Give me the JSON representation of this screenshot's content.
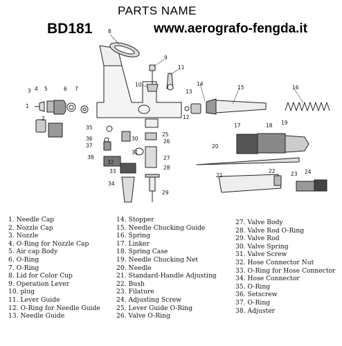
{
  "header": {
    "title": "PARTS NAME",
    "model": "BD181",
    "website": "www.aerografo-fengda.it"
  },
  "callouts": [
    "1",
    "2",
    "3",
    "4",
    "5",
    "6",
    "7",
    "8",
    "9",
    "10",
    "11",
    "12",
    "13",
    "14",
    "15",
    "16",
    "17",
    "18",
    "19",
    "20",
    "21",
    "22",
    "23",
    "24",
    "25",
    "26",
    "27",
    "28",
    "29",
    "30",
    "31",
    "32",
    "33",
    "34",
    "35",
    "36",
    "37",
    "38"
  ],
  "parts": [
    "1. Needle Cap",
    "2. Nozzle Cap",
    "3. Nozzle",
    "4. O-Ring for Nozzle Cap",
    "5. Air cap Body",
    "6. O-Ring",
    "7. O-Ring",
    "8. Lid for Color Cup",
    "9. Operation Lever",
    "10. plug",
    "11. Lever Guide",
    "12. O-Ring for Needle Guide",
    "13. Needle Guide",
    "14. Stopper",
    "15. Needle Chucking Guide",
    "16. Spring",
    "17. Linker",
    "18. Spring Case",
    "19. Needle Chucking Net",
    "20. Needle",
    "21. Standard-Handle Adjusting",
    "22. Bush",
    "23. Filature",
    "24. Adjusting Screw",
    "25. Lever Guide O-Ring",
    "26. Valve O-Ring",
    "27. Valve Body",
    "28. Valve Rod O-Ring",
    "29. Valve Rod",
    "30. Valve Spring",
    "31. Valve Screw",
    "32. Hose Connector Nut",
    "33. O-Ring for Hose Connector",
    "34. Hose Connector",
    "35. O-Ring",
    "36. Setscrew",
    "37. O-Ring",
    "38. Adjuster"
  ]
}
